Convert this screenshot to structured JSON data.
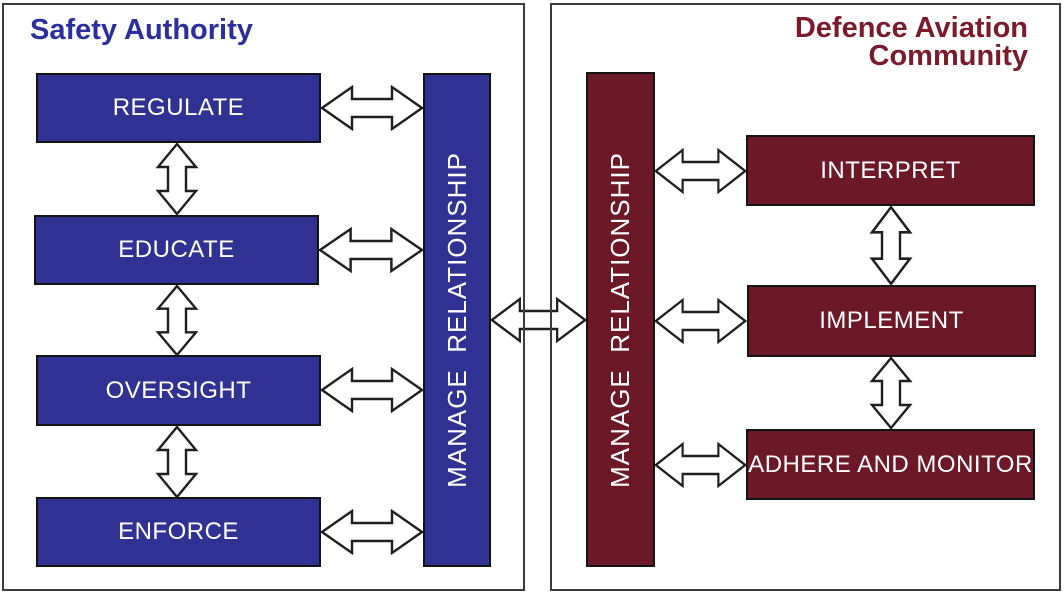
{
  "diagram": {
    "left_panel": {
      "title": "Safety Authority",
      "boxes": [
        "REGULATE",
        "EDUCATE",
        "OVERSIGHT",
        "ENFORCE"
      ],
      "bar_label": "MANAGE  RELATIONSHIP"
    },
    "right_panel": {
      "title_line1": "Defence Aviation",
      "title_line2": "Community",
      "boxes": [
        "INTERPRET",
        "IMPLEMENT",
        "ADHERE AND MONITOR"
      ],
      "bar_label": "MANAGE  RELATIONSHIP"
    },
    "colors": {
      "blue_fill": "#2f3293",
      "red_fill": "#6c1826",
      "blue_title": "#2b2f9e",
      "red_title": "#7b1a2b",
      "box_text": "#ffffff",
      "outline": "#1f1f1f"
    }
  }
}
